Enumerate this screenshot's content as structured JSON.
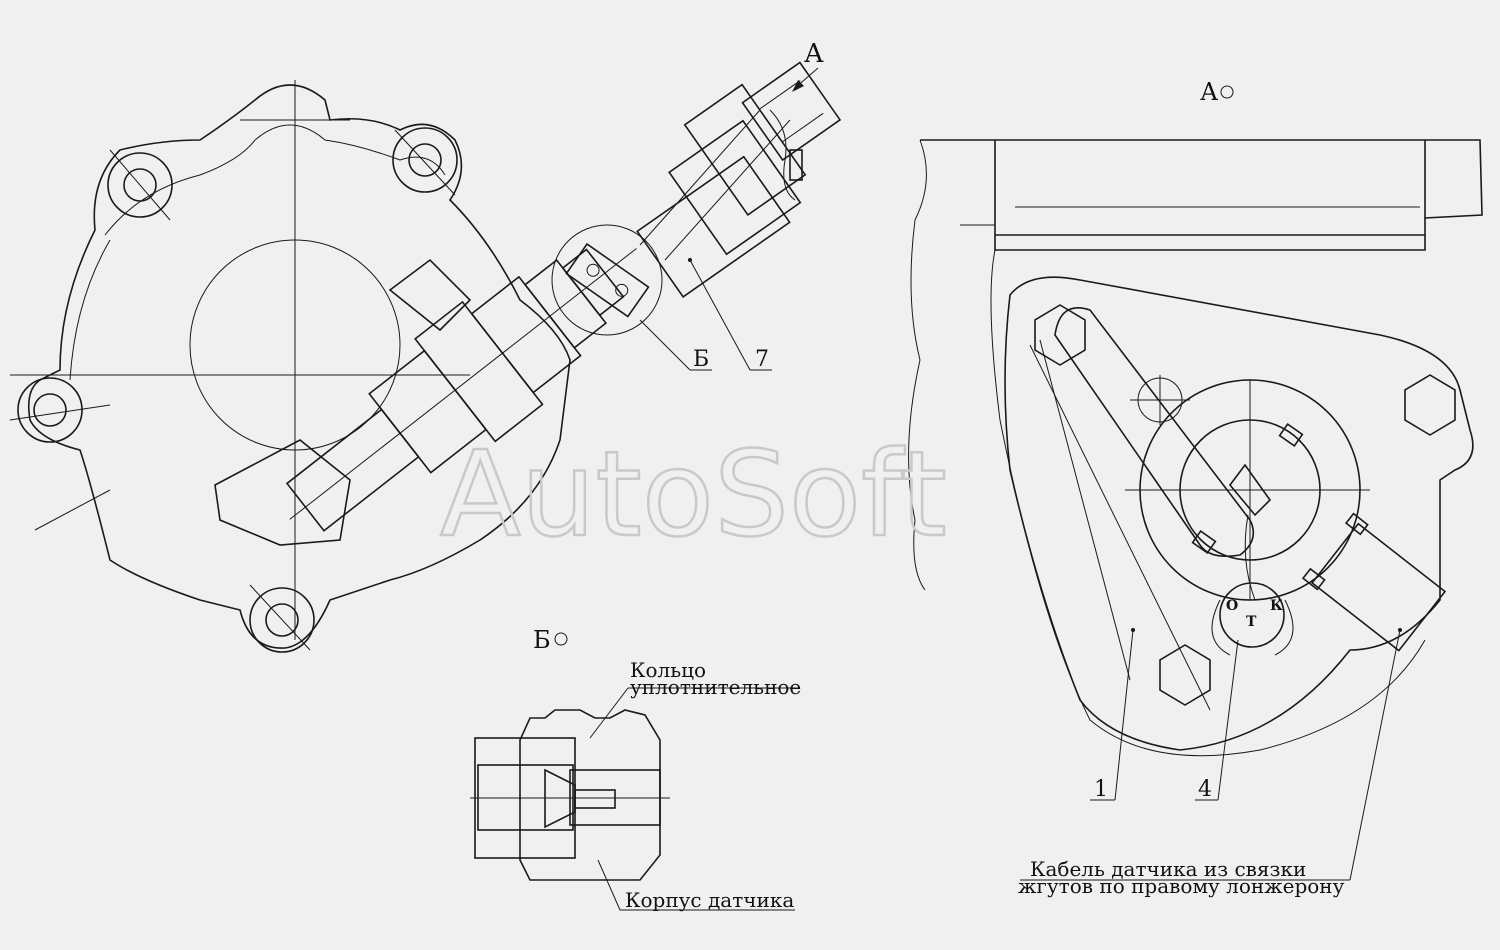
{
  "watermark": "AutoSoft",
  "views": {
    "arrow_label": "А",
    "view_a_title": "А",
    "view_b_title": "Б"
  },
  "callouts": {
    "detail_b": "Б",
    "part_7": "7",
    "part_1": "1",
    "part_4": "4",
    "otk_letters": [
      "О",
      "Т",
      "К"
    ]
  },
  "detail_b_labels": {
    "ring_line1": "Кольцо",
    "ring_line2": "уплотнительное",
    "body": "Корпус датчика"
  },
  "view_a_labels": {
    "cable_line1": "Кабель датчика из связки",
    "cable_line2": "жгутов по правому лонжерону"
  }
}
